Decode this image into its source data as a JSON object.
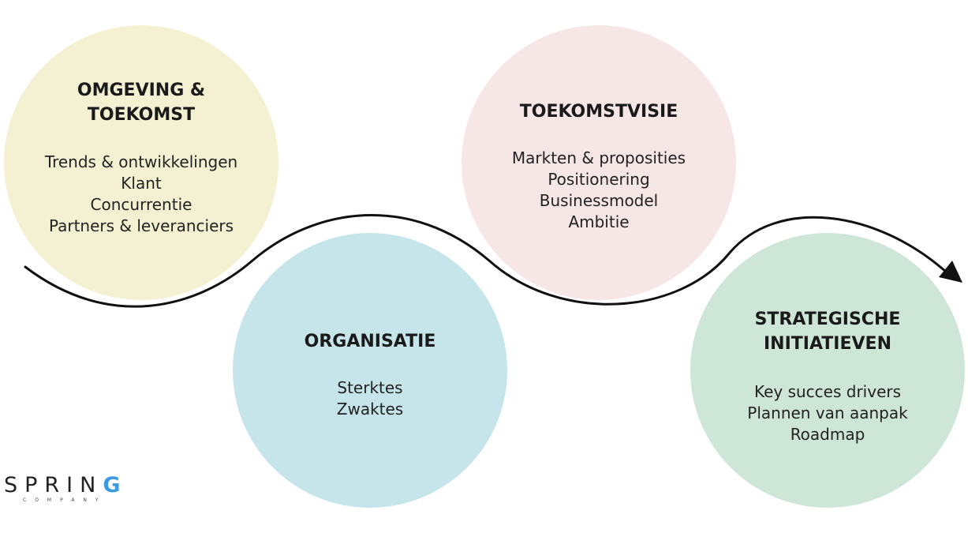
{
  "circles": [
    {
      "title": "OMGEVING & TOEKOMST",
      "title_lines": [
        "OMGEVING &",
        "TOEKOMST"
      ],
      "items": [
        "Trends & ontwikkelingen",
        "Klant",
        "Concurrentie",
        "Partners & leveranciers"
      ],
      "color": "#f4f0d2"
    },
    {
      "title": "ORGANISATIE",
      "title_lines": [
        "ORGANISATIE"
      ],
      "items": [
        "Sterktes",
        "Zwaktes"
      ],
      "color": "#c6e5eb"
    },
    {
      "title": "TOEKOMSTVISIE",
      "title_lines": [
        "TOEKOMSTVISIE"
      ],
      "items": [
        "Markten & proposities",
        "Positionering",
        "Businessmodel",
        "Ambitie"
      ],
      "color": "#f6e6e6"
    },
    {
      "title": "STRATEGISCHE INITIATIEVEN",
      "title_lines": [
        "STRATEGISCHE",
        "INITIATIEVEN"
      ],
      "items": [
        "Key succes drivers",
        "Plannen van aanpak",
        "Roadmap"
      ],
      "color": "#cde6d7"
    }
  ],
  "logo": {
    "word_main": "SPRIN",
    "word_accent": "G",
    "tagline": "COMPANY",
    "accent_color": "#3a9be0"
  }
}
